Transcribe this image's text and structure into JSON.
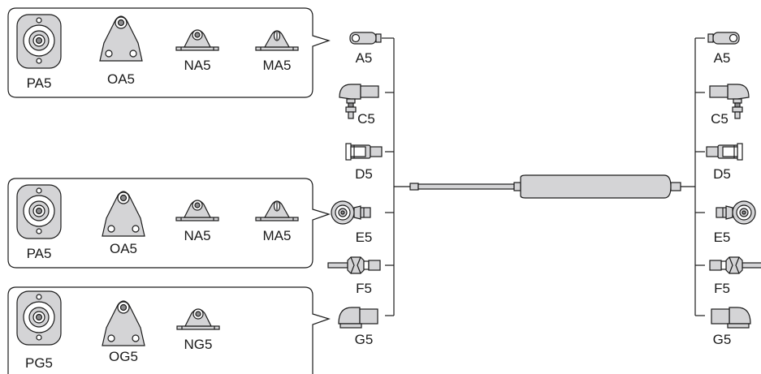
{
  "groups": [
    {
      "mounts": [
        {
          "label": "PA5",
          "icon": "round-flange-icon"
        },
        {
          "label": "OA5",
          "icon": "triangle-plate-icon"
        },
        {
          "label": "NA5",
          "icon": "angle-bracket-icon"
        },
        {
          "label": "MA5",
          "icon": "slim-bracket-icon"
        }
      ]
    },
    {
      "mounts": [
        {
          "label": "PA5",
          "icon": "round-flange-icon"
        },
        {
          "label": "OA5",
          "icon": "triangle-plate-icon"
        },
        {
          "label": "NA5",
          "icon": "angle-bracket-icon"
        },
        {
          "label": "MA5",
          "icon": "slim-bracket-icon"
        }
      ]
    },
    {
      "mounts": [
        {
          "label": "PG5",
          "icon": "round-flange-icon"
        },
        {
          "label": "OG5",
          "icon": "triangle-plate-icon"
        },
        {
          "label": "NG5",
          "icon": "angle-bracket-icon"
        }
      ]
    }
  ],
  "left_fittings": [
    {
      "label": "A5",
      "icon": "eye-end-icon"
    },
    {
      "label": "C5",
      "icon": "angle-ball-joint-icon"
    },
    {
      "label": "D5",
      "icon": "clevis-icon"
    },
    {
      "label": "E5",
      "icon": "rod-end-bearing-icon"
    },
    {
      "label": "F5",
      "icon": "ball-socket-icon"
    },
    {
      "label": "G5",
      "icon": "angle-joint-icon"
    }
  ],
  "right_fittings": [
    {
      "label": "A5",
      "icon": "eye-end-icon"
    },
    {
      "label": "C5",
      "icon": "angle-ball-joint-icon"
    },
    {
      "label": "D5",
      "icon": "clevis-icon"
    },
    {
      "label": "E5",
      "icon": "rod-end-bearing-icon"
    },
    {
      "label": "F5",
      "icon": "ball-socket-icon"
    },
    {
      "label": "G5",
      "icon": "angle-joint-icon"
    }
  ],
  "center": {
    "icon": "gas-spring-icon"
  },
  "colors": {
    "line": "#1a1a1a",
    "part_fill": "#d4d4d6",
    "dark_fill": "#8c8c8e"
  }
}
